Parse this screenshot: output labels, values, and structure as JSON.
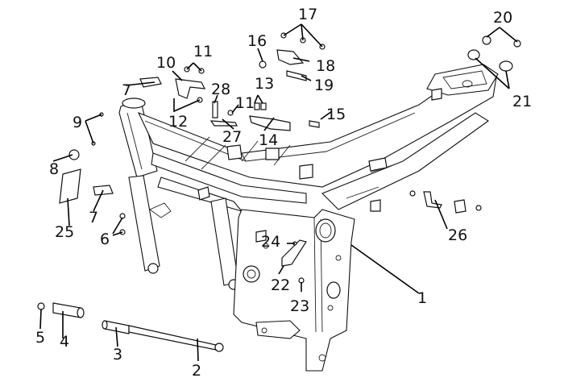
{
  "diagram": {
    "title": "Frame assembly exploded view",
    "callouts": [
      {
        "id": "1",
        "label": "1",
        "part": "frame"
      },
      {
        "id": "2",
        "label": "2",
        "part": "axle-bolt"
      },
      {
        "id": "3",
        "label": "3",
        "part": "spacer-long"
      },
      {
        "id": "4",
        "label": "4",
        "part": "spacer-short"
      },
      {
        "id": "5",
        "label": "5",
        "part": "nut"
      },
      {
        "id": "6",
        "label": "6",
        "part": "bolts"
      },
      {
        "id": "7a",
        "label": "7",
        "part": "rubber-pad-upper"
      },
      {
        "id": "7b",
        "label": "7",
        "part": "rubber-pad-lower"
      },
      {
        "id": "8",
        "label": "8",
        "part": "nut"
      },
      {
        "id": "9",
        "label": "9",
        "part": "screws"
      },
      {
        "id": "10",
        "label": "10",
        "part": "bracket"
      },
      {
        "id": "11a",
        "label": "11",
        "part": "bolts"
      },
      {
        "id": "11b",
        "label": "11",
        "part": "bolt"
      },
      {
        "id": "12",
        "label": "12",
        "part": "bolts"
      },
      {
        "id": "13",
        "label": "13",
        "part": "bolts"
      },
      {
        "id": "14",
        "label": "14",
        "part": "bracket"
      },
      {
        "id": "15",
        "label": "15",
        "part": "bolt"
      },
      {
        "id": "16",
        "label": "16",
        "part": "nut"
      },
      {
        "id": "17",
        "label": "17",
        "part": "bolts"
      },
      {
        "id": "18",
        "label": "18",
        "part": "bracket"
      },
      {
        "id": "19",
        "label": "19",
        "part": "pin"
      },
      {
        "id": "20",
        "label": "20",
        "part": "bushings"
      },
      {
        "id": "21",
        "label": "21",
        "part": "rubber-mounts"
      },
      {
        "id": "22",
        "label": "22",
        "part": "bracket"
      },
      {
        "id": "23",
        "label": "23",
        "part": "bolt"
      },
      {
        "id": "24",
        "label": "24",
        "part": "bolt"
      },
      {
        "id": "25",
        "label": "25",
        "part": "plate"
      },
      {
        "id": "26",
        "label": "26",
        "part": "brackets"
      },
      {
        "id": "27",
        "label": "27",
        "part": "bracket"
      },
      {
        "id": "28",
        "label": "28",
        "part": "bolt"
      }
    ]
  }
}
